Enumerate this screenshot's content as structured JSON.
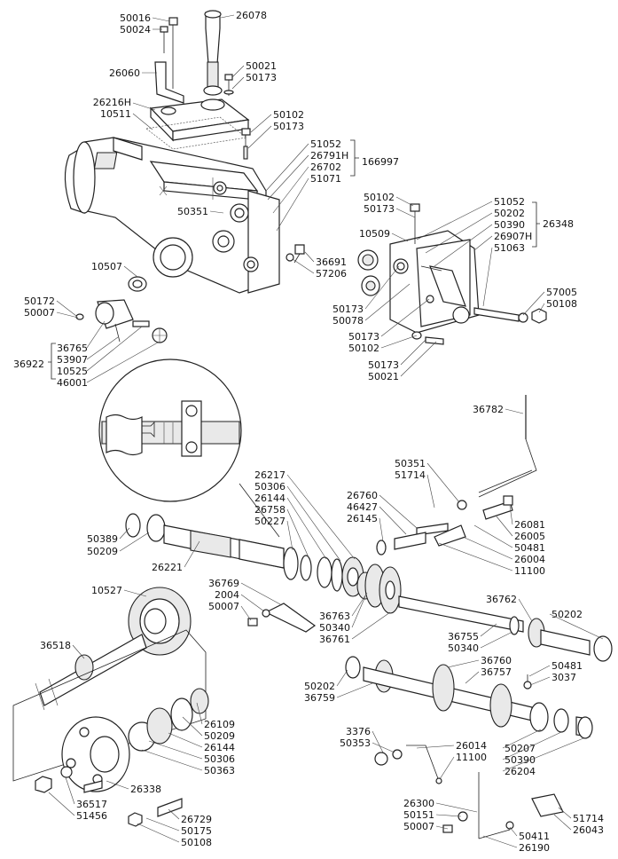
{
  "labels": {
    "l50016": "50016",
    "l50024": "50024",
    "l26078": "26078",
    "l26060": "26060",
    "l50021a": "50021",
    "l50173a": "50173",
    "l26216H": "26216H",
    "l10511": "10511",
    "l50102a": "50102",
    "l50173b": "50173",
    "l51052a": "51052",
    "l26791H": "26791H",
    "l26702": "26702",
    "l51071": "51071",
    "l166997": "166997",
    "l50351a": "50351",
    "l50102b": "50102",
    "l50173c": "50173",
    "l51052b": "51052",
    "l50202a": "50202",
    "l50390a": "50390",
    "l26907H": "26907H",
    "l51063": "51063",
    "l26348": "26348",
    "l10509": "10509",
    "l36691": "36691",
    "l57206": "57206",
    "l10507": "10507",
    "l50172": "50172",
    "l50007a": "50007",
    "l36765": "36765",
    "l53907": "53907",
    "l36922": "36922",
    "l10525": "10525",
    "l46001": "46001",
    "l50173d": "50173",
    "l50078": "50078",
    "l50173e": "50173",
    "l50102c": "50102",
    "l50173f": "50173",
    "l50021b": "50021",
    "l57005": "57005",
    "l50108a": "50108",
    "l36782": "36782",
    "l50351b": "50351",
    "l51714a": "51714",
    "l26760a": "26760",
    "l46427": "46427",
    "l26145": "26145",
    "l26081": "26081",
    "l26005": "26005",
    "l50481a": "50481",
    "l26004": "26004",
    "l11100a": "11100",
    "l26217": "26217",
    "l50306a": "50306",
    "l26144a": "26144",
    "l26758": "26758",
    "l50227": "50227",
    "l50389": "50389",
    "l50209a": "50209",
    "l26221": "26221",
    "l36769": "36769",
    "l2004": "2004",
    "l50007b": "50007",
    "l36763": "36763",
    "l50340a": "50340",
    "l36761": "36761",
    "l10527": "10527",
    "l36762": "36762",
    "l50202b": "50202",
    "l36755": "36755",
    "l50340b": "50340",
    "l36518": "36518",
    "l36760": "36760",
    "l36757": "36757",
    "l50202c": "50202",
    "l36759": "36759",
    "l50481b": "50481",
    "l3037": "3037",
    "l26109": "26109",
    "l50209b": "50209",
    "l26144b": "26144",
    "l50306b": "50306",
    "l50363": "50363",
    "l3376": "3376",
    "l50353": "50353",
    "l26014": "26014",
    "l11100b": "11100",
    "l50207": "50207",
    "l50390b": "50390",
    "l26204": "26204",
    "l26338": "26338",
    "l36517": "36517",
    "l51456": "51456",
    "l26729": "26729",
    "l50175": "50175",
    "l50108b": "50108",
    "l26300": "26300",
    "l50151": "50151",
    "l50007c": "50007",
    "l50411": "50411",
    "l26190": "26190",
    "l51714b": "51714",
    "l26043": "26043"
  }
}
